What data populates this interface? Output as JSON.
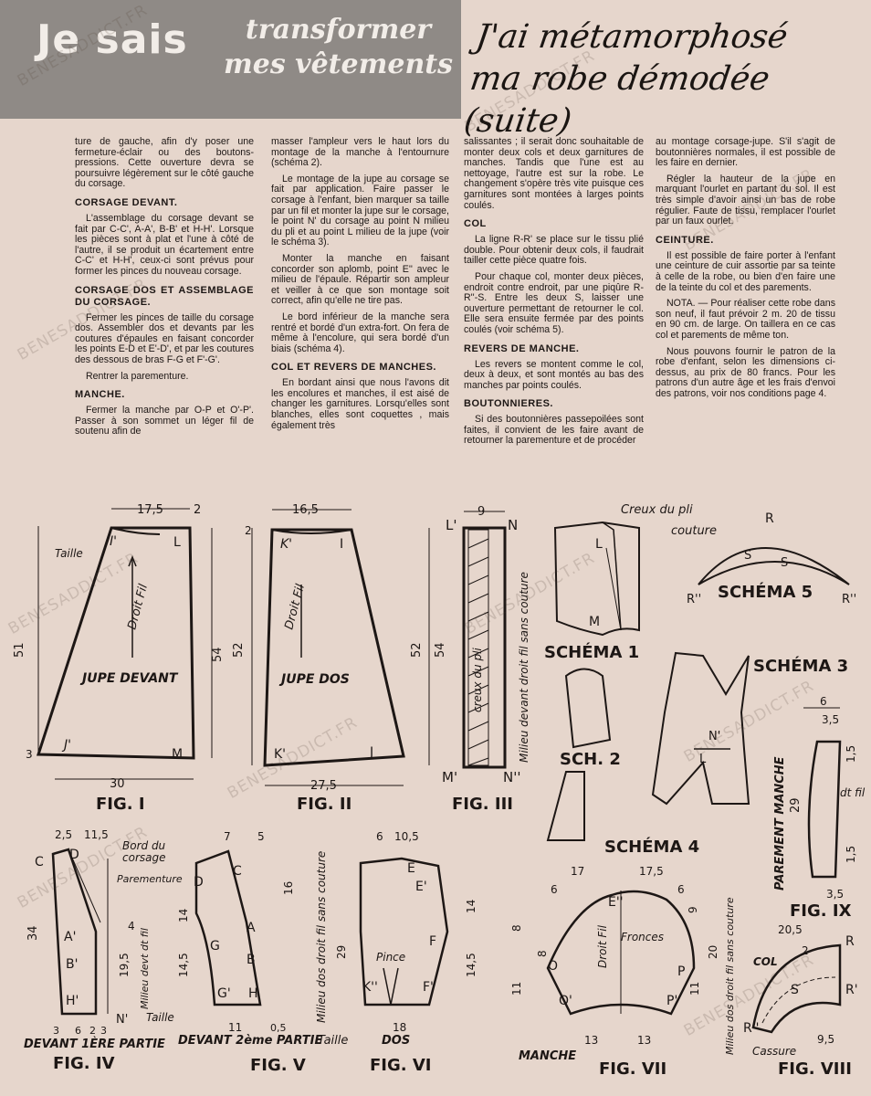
{
  "header": {
    "banner_1": "Je sais",
    "banner_2a": "transformer",
    "banner_2b": "mes vêtements",
    "title_1": "J'ai métamorphosé",
    "title_2": "ma robe démodée (suite)"
  },
  "watermark": "BENESADDICT.FR",
  "text": {
    "c1_p1": "ture de gauche, afin d'y poser une fermeture-éclair ou des boutons-pressions. Cette ouverture devra se poursuivre légèrement sur le côté gauche du corsage.",
    "c1_h1": "CORSAGE DEVANT.",
    "c1_p2": "L'assemblage du corsage devant se fait par C-C', A-A', B-B' et H-H'. Lorsque les pièces sont à plat et l'une à côté de l'autre, il se produit un écartement entre C-C' et H-H', ceux-ci sont prévus pour former les pinces du nouveau corsage.",
    "c1_h2": "CORSAGE DOS ET ASSEMBLAGE DU CORSAGE.",
    "c1_p3": "Fermer les pinces de taille du corsage dos. Assembler dos et devants par les coutures d'épaules en faisant concorder les points E-D et E'-D', et par les coutures des dessous de bras F-G et F'-G'.",
    "c1_p4": "Rentrer la parementure.",
    "c1_h3": "MANCHE.",
    "c1_p5": "Fermer la manche par O-P et O'-P'. Passer à son sommet un léger fil de soutenu afin de",
    "c2_p1": "masser l'ampleur vers le haut lors du montage de la manche à l'entournure (schéma 2).",
    "c2_p2": "Le montage de la jupe au corsage se fait par application. Faire passer le corsage à l'enfant, bien marquer sa taille par un fil et monter la jupe sur le corsage, le point N' du corsage au point N milieu du pli et au point L milieu de la jupe (voir le schéma 3).",
    "c2_p3": "Monter la manche en faisant concorder son aplomb, point E'' avec le milieu de l'épaule. Répartir son ampleur et veiller à ce que son montage soit correct, afin qu'elle ne tire pas.",
    "c2_p4": "Le bord inférieur de la manche sera rentré et bordé d'un extra-fort. On fera de même à l'encolure, qui sera bordé d'un biais (schéma 4).",
    "c2_h1": "COL ET REVERS DE MANCHES.",
    "c2_p5": "En bordant ainsi que nous l'avons dit les encolures et manches, il est aisé de changer les garnitures. Lorsqu'elles sont blanches, elles sont coquettes , mais également très",
    "c3_p1": "salissantes ; il serait donc souhaitable de monter deux cols et deux garnitures de manches. Tandis que l'une est au nettoyage, l'autre est sur la robe. Le changement s'opère très vite puisque ces garnitures sont montées à larges points coulés.",
    "c3_h1": "COL",
    "c3_p2": "La ligne R-R' se place sur le tissu plié double. Pour obtenir deux cols, il faudrait tailler cette pièce quatre fois.",
    "c3_p3": "Pour chaque col, monter deux pièces, endroit contre endroit, par une piqûre R-R''-S. Entre les deux S, laisser une ouverture permettant de retourner le col. Elle sera ensuite fermée par des points coulés (voir schéma 5).",
    "c3_h2": "REVERS DE MANCHE.",
    "c3_p4": "Les revers se montent comme le col, deux à deux, et sont montés au bas des manches par points coulés.",
    "c3_h3": "BOUTONNIERES.",
    "c3_p5": "Si des boutonnières passepoilées sont faites, il convient de les faire avant de retourner la parementure et de procéder",
    "c4_p1": "au montage corsage-jupe. S'il s'agit de boutonnières normales, il est possible de les faire en dernier.",
    "c4_p2": "Régler la hauteur de la jupe en marquant l'ourlet en partant du sol. Il est très simple d'avoir ainsi un bas de robe régulier. Faute de tissu, remplacer l'ourlet par un faux ourlet.",
    "c4_h1": "CEINTURE.",
    "c4_p3": "Il est possible de faire porter à l'enfant une ceinture de cuir assortie par sa teinte à celle de la robe, ou bien d'en faire une de la teinte du col et des parements.",
    "c4_p4": "NOTA. — Pour réaliser cette robe dans son neuf, il faut prévoir 2 m. 20 de tissu en 90 cm. de large. On taillera en ce cas col et parements de même ton.",
    "c4_p5": "Nous pouvons fournir le patron de la robe d'enfant, selon les dimensions ci-dessus, au prix de 80 francs. Pour les patrons d'un autre âge et les frais d'envoi des patrons, voir nos conditions page 4."
  },
  "figures": {
    "fig1": "FIG. I",
    "fig1_label": "JUPE DEVANT",
    "fig2": "FIG. II",
    "fig2_label": "JUPE DOS",
    "fig3": "FIG. III",
    "fig3_label1": "creux du pli",
    "fig3_label2": "Milieu devant droit fil sans couture",
    "fig4": "FIG. IV",
    "fig4_caption": "DEVANT 1ÈRE PARTIE",
    "fig5": "FIG. V",
    "fig5_caption": "DEVANT 2ème PARTIE",
    "fig6": "FIG. VI",
    "fig6_caption": "DOS",
    "fig7": "FIG. VII",
    "fig7_caption": "MANCHE",
    "fig8": "FIG. VIII",
    "fig8_label": "COL",
    "fig9": "FIG. IX",
    "fig9_label": "PAREMENT MANCHE",
    "sch1": "SCHÉMA 1",
    "sch2": "SCH. 2",
    "sch3": "SCHÉMA 3",
    "sch4": "SCHÉMA 4",
    "sch5": "SCHÉMA 5",
    "creux": "Creux du pli",
    "couture": "couture",
    "taille": "Taille",
    "droit_fil": "Droit Fil",
    "bord_corsage_1": "Bord du",
    "bord_corsage_2": "corsage",
    "parementure": "Parementure",
    "milieu_dev": "Milieu devt dt fil",
    "pince": "Pince",
    "dt_fil": "dt fil",
    "dos_fil": "Milieu dos droit fil sans couture",
    "fronces": "Fronces",
    "cassure": "Cassure",
    "milieu_dos_col": "Milieu dos droit fil sans couture"
  }
}
